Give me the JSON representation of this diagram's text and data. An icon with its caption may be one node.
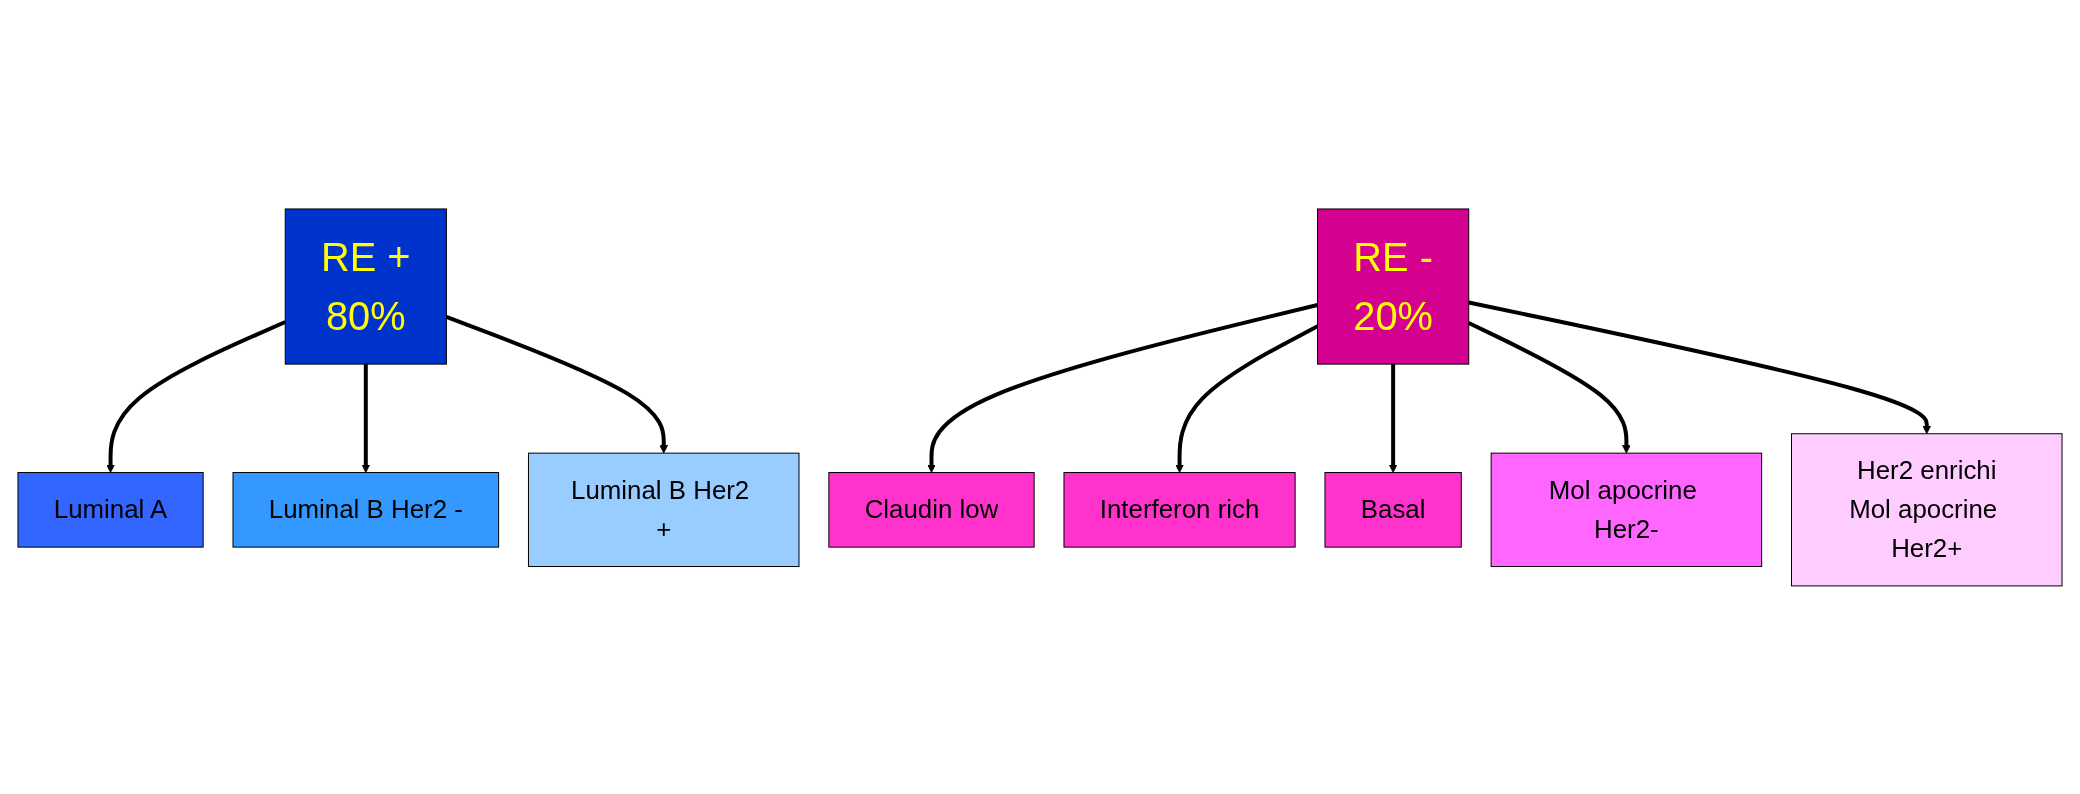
{
  "diagram": {
    "nodes": [
      {
        "text": [
          "RE +",
          "80%"
        ]
      },
      {
        "text": [
          "RE -",
          "20%"
        ]
      },
      {
        "text": [
          "Claudin low"
        ]
      },
      {
        "text": [
          "Interferon rich"
        ]
      },
      {
        "text": [
          "Basal"
        ]
      },
      {
        "text": [
          "Mol apocrine Her2-"
        ]
      },
      {
        "text": [
          "Her2 enrichi",
          "Mol apocrine Her2+"
        ]
      },
      {
        "text": [
          "Luminal A"
        ]
      },
      {
        "text": [
          "Luminal B Her2 -"
        ]
      },
      {
        "text": [
          "Luminal B Her2 +"
        ]
      }
    ],
    "edges": [
      {
        "from": 1,
        "to": 2,
        "arrow": "to"
      },
      {
        "from": 1,
        "to": 3,
        "arrow": "to"
      },
      {
        "from": 1,
        "to": 4,
        "arrow": "to"
      },
      {
        "from": 1,
        "to": 5,
        "arrow": "to"
      },
      {
        "from": 1,
        "to": 6,
        "arrow": "to"
      },
      {
        "from": 0,
        "to": 7,
        "arrow": "to"
      },
      {
        "from": 0,
        "to": 8,
        "arrow": "to"
      },
      {
        "from": 0,
        "to": 9,
        "arrow": "to"
      }
    ]
  }
}
